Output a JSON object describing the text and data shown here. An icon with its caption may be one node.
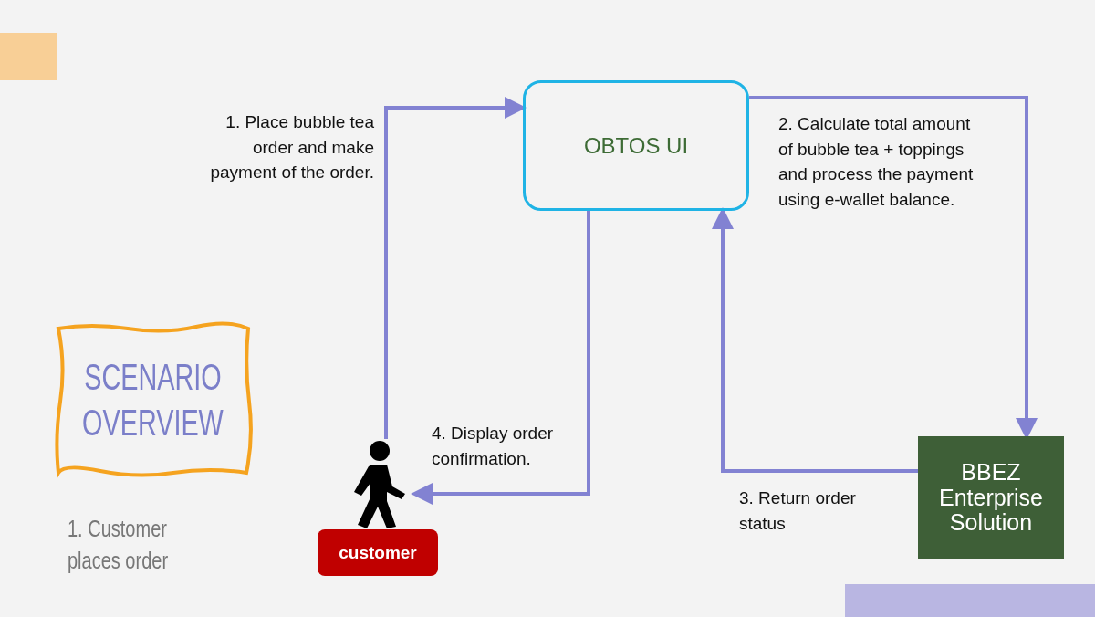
{
  "diagram": {
    "nodes": [
      {
        "text": [
          "SCENARIO OVERVIEW"
        ]
      },
      {
        "text": [
          "OBTOS UI"
        ]
      },
      {
        "text": [],
        "shape": "person"
      },
      {
        "text": [
          "customer"
        ]
      },
      {
        "text": [
          "BBEZ Enterprise Solution"
        ]
      }
    ],
    "edges": [
      {
        "from": 2,
        "to": 1,
        "arrow": "to",
        "label": "1. Place bubble tea order and make payment of the order."
      },
      {
        "from": 1,
        "to": 4,
        "arrow": "to",
        "label": "2. Calculate total amount of bubble tea + toppings and process the payment using e-wallet balance."
      },
      {
        "from": 4,
        "to": 1,
        "arrow": "to",
        "label": "3. Return order status"
      },
      {
        "from": 1,
        "to": 2,
        "arrow": "to",
        "label": "4. Display order confirmation."
      }
    ],
    "labels": [
      "1. Customer places order"
    ]
  }
}
